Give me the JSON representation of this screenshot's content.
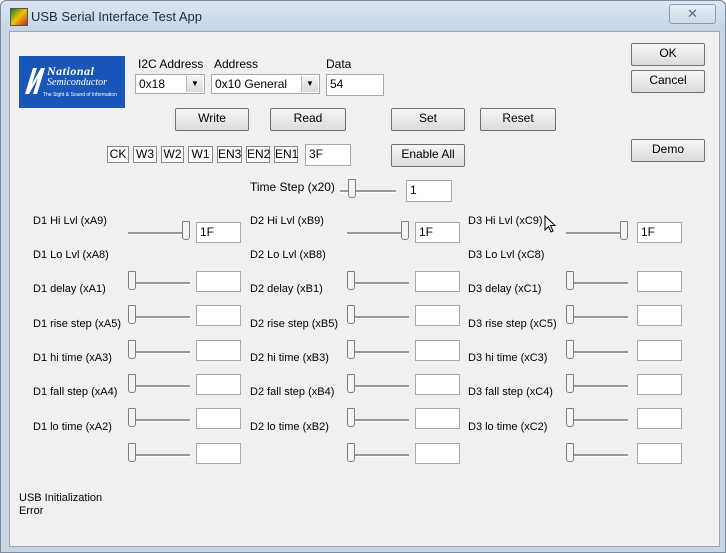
{
  "window": {
    "title": "USB Serial Interface Test App",
    "close_glyph": "✕"
  },
  "logo": {
    "line1": "National",
    "line2": "Semiconductor",
    "tagline": "The Sight & Sound of Information"
  },
  "i2c": {
    "label": "I2C Address",
    "value": "0x18"
  },
  "address": {
    "label": "Address",
    "value": "0x10 General"
  },
  "data_field": {
    "label": "Data",
    "value": "54"
  },
  "buttons": {
    "ok": "OK",
    "cancel": "Cancel",
    "write": "Write",
    "read": "Read",
    "set": "Set",
    "reset": "Reset",
    "enable_all": "Enable All",
    "demo": "Demo"
  },
  "toggles": [
    "CK",
    "W3",
    "W2",
    "W1",
    "EN3",
    "EN2",
    "EN1"
  ],
  "toggle_value": "3F",
  "time_step": {
    "label": "Time Step (x20)",
    "value": "1"
  },
  "channels": [
    {
      "rows": [
        {
          "label": "D1 Hi Lvl (xA9)",
          "value": "1F",
          "level": 1
        },
        {
          "label": "D1 Lo Lvl (xA8)",
          "value": "",
          "level": 0
        },
        {
          "label": "D1 delay (xA1)",
          "value": "",
          "level": 0
        },
        {
          "label": "D1 rise step (xA5)",
          "value": "",
          "level": 0
        },
        {
          "label": "D1 hi time (xA3)",
          "value": "",
          "level": 0
        },
        {
          "label": "D1 fall step (xA4)",
          "value": "",
          "level": 0
        },
        {
          "label": "D1 lo time (xA2)",
          "value": "",
          "level": 0
        }
      ]
    },
    {
      "rows": [
        {
          "label": "D2 Hi Lvl (xB9)",
          "value": "1F",
          "level": 1
        },
        {
          "label": "D2 Lo Lvl (xB8)",
          "value": "",
          "level": 0
        },
        {
          "label": "D2 delay (xB1)",
          "value": "",
          "level": 0
        },
        {
          "label": "D2 rise step (xB5)",
          "value": "",
          "level": 0
        },
        {
          "label": "D2 hi time (xB3)",
          "value": "",
          "level": 0
        },
        {
          "label": "D2 fall step (xB4)",
          "value": "",
          "level": 0
        },
        {
          "label": "D2 lo time (xB2)",
          "value": "",
          "level": 0
        }
      ]
    },
    {
      "rows": [
        {
          "label": "D3 Hi Lvl (xC9)",
          "value": "1F",
          "level": 1
        },
        {
          "label": "D3 Lo Lvl (xC8)",
          "value": "",
          "level": 0
        },
        {
          "label": "D3 delay (xC1)",
          "value": "",
          "level": 0
        },
        {
          "label": "D3 rise step (xC5)",
          "value": "",
          "level": 0
        },
        {
          "label": "D3 hi time (xC3)",
          "value": "",
          "level": 0
        },
        {
          "label": "D3 fall step (xC4)",
          "value": "",
          "level": 0
        },
        {
          "label": "D3 lo time (xC2)",
          "value": "",
          "level": 0
        }
      ]
    }
  ],
  "status": "USB Initialization Error",
  "icons": {
    "app": "app-icon",
    "close": "close-icon",
    "dropdown": "chevron-down-icon"
  }
}
